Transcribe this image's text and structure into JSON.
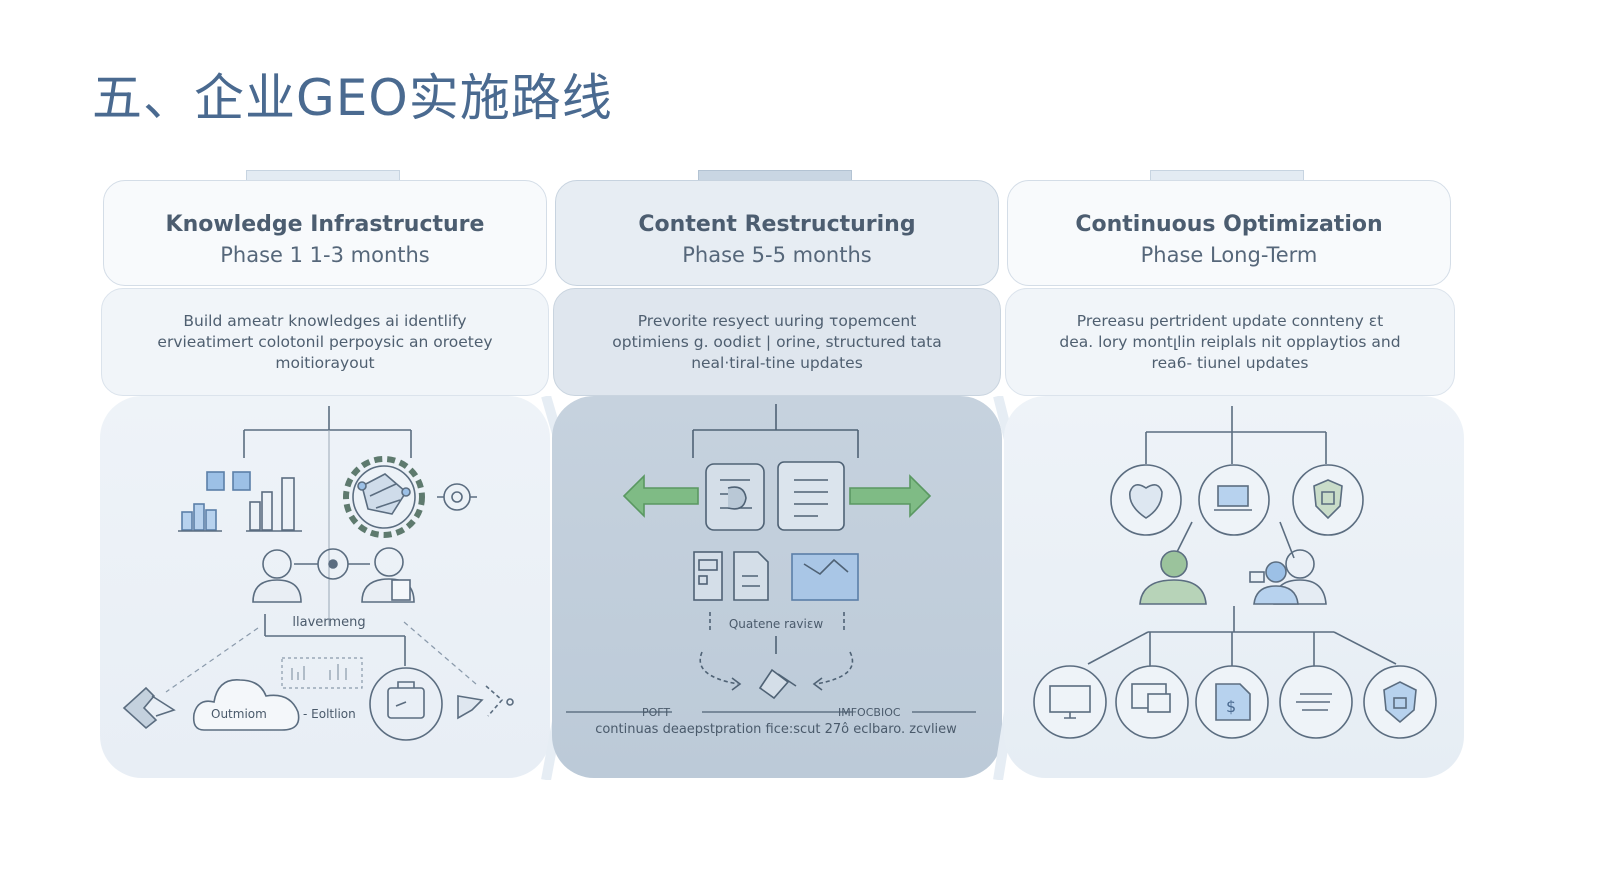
{
  "title": "五、企业GEO实施路线",
  "phases": [
    {
      "title": "Knowledge Infrastructure",
      "subtitle": "Phase 1 1-3 months",
      "desc": [
        "Build ameatr knowledges ai identlify",
        "ervieatimert colotonil perpoysic an oroetey",
        "moitiorayout"
      ],
      "labels": {
        "center": "llavermeng",
        "cloud": "Outmiom",
        "edition": "- Eoltlion"
      }
    },
    {
      "title": "Content Restructuring",
      "subtitle": "Phase 5-5 months",
      "desc": [
        "Prevorite resyect uuring τopemcent",
        "optimiens g. oodiεt | orine, structured tata",
        "neal·tiral-tine updates"
      ],
      "labels": {
        "review": "Quatene raviεw",
        "left_small": "POFT",
        "right_small": "IMFOCBIOC",
        "footer": "continuas deaepstpration fice:scut  27ô eclbaro. zcvliew"
      }
    },
    {
      "title": "Continuous Optimization",
      "subtitle": "Phase Long-Term",
      "desc": [
        "Prereasu pertrident update connteny εt",
        "dea. lory montլlin reiplals nit opplaytios and",
        "rea6- tiunel updates"
      ]
    }
  ],
  "icons": [
    "bar-chart-icon",
    "gear-network-icon",
    "target-icon",
    "person-icon",
    "cloud-icon",
    "briefcase-icon",
    "document-icon",
    "arrow-icon",
    "heart-icon",
    "laptop-icon",
    "shield-lock-icon",
    "monitor-icon",
    "file-dollar-icon"
  ],
  "colors": {
    "title": "#4a6a90",
    "accent_blue": "#6f9dcf",
    "accent_green": "#6aaa72",
    "line": "#5b6d80"
  }
}
